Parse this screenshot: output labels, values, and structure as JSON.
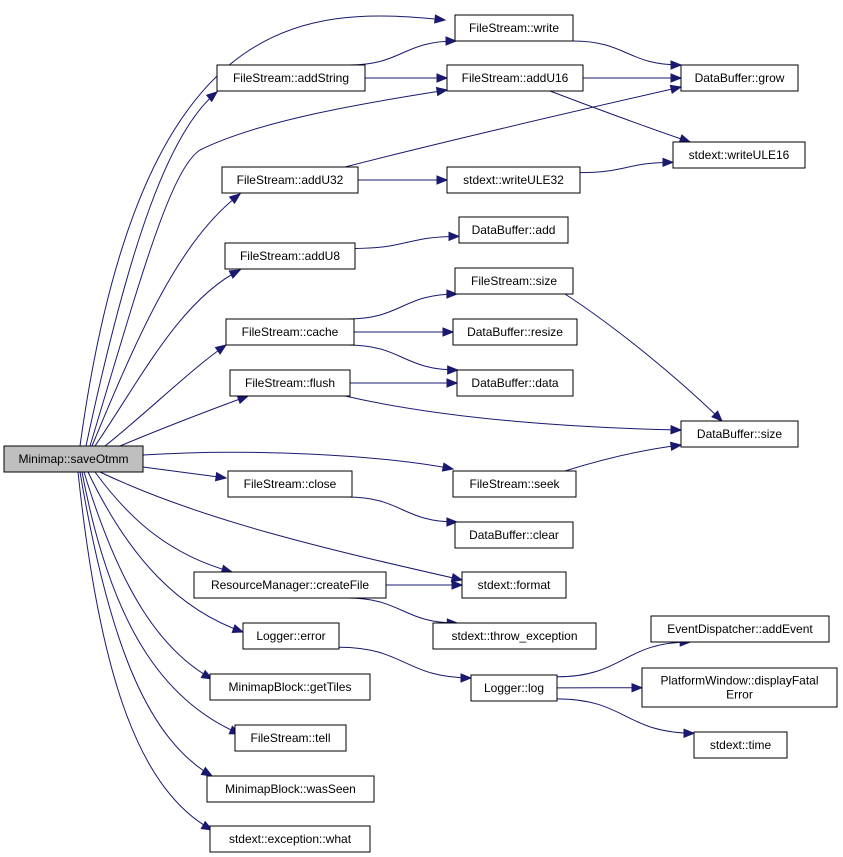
{
  "colors": {
    "edge": "#191970",
    "root_fill": "#bfbfbf",
    "node_fill": "#ffffff",
    "border": "#000000"
  },
  "nodes": [
    {
      "id": "saveOtmm",
      "label": "Minimap::saveOtmm"
    },
    {
      "id": "fsWrite",
      "label": "FileStream::write"
    },
    {
      "id": "fsAddString",
      "label": "FileStream::addString"
    },
    {
      "id": "fsAddU16",
      "label": "FileStream::addU16"
    },
    {
      "id": "dbGrow",
      "label": "DataBuffer::grow"
    },
    {
      "id": "writeULE16",
      "label": "stdext::writeULE16"
    },
    {
      "id": "fsAddU32",
      "label": "FileStream::addU32"
    },
    {
      "id": "writeULE32",
      "label": "stdext::writeULE32"
    },
    {
      "id": "fsAddU8",
      "label": "FileStream::addU8"
    },
    {
      "id": "dbAdd",
      "label": "DataBuffer::add"
    },
    {
      "id": "fsSize",
      "label": "FileStream::size"
    },
    {
      "id": "fsCache",
      "label": "FileStream::cache"
    },
    {
      "id": "dbResize",
      "label": "DataBuffer::resize"
    },
    {
      "id": "fsFlush",
      "label": "FileStream::flush"
    },
    {
      "id": "dbData",
      "label": "DataBuffer::data"
    },
    {
      "id": "dbSize",
      "label": "DataBuffer::size"
    },
    {
      "id": "fsClose",
      "label": "FileStream::close"
    },
    {
      "id": "fsSeek",
      "label": "FileStream::seek"
    },
    {
      "id": "dbClear",
      "label": "DataBuffer::clear"
    },
    {
      "id": "rmCreateFile",
      "label": "ResourceManager::createFile"
    },
    {
      "id": "stdFormat",
      "label": "stdext::format"
    },
    {
      "id": "throwException",
      "label": "stdext::throw_exception"
    },
    {
      "id": "edAddEvent",
      "label": "EventDispatcher::addEvent"
    },
    {
      "id": "loggerError",
      "label": "Logger::error"
    },
    {
      "id": "pwDisplayFatal",
      "label": "PlatformWindow::displayFatal\nError"
    },
    {
      "id": "loggerLog",
      "label": "Logger::log"
    },
    {
      "id": "mbGetTiles",
      "label": "MinimapBlock::getTiles"
    },
    {
      "id": "stdTime",
      "label": "stdext::time"
    },
    {
      "id": "fsTell",
      "label": "FileStream::tell"
    },
    {
      "id": "mbWasSeen",
      "label": "MinimapBlock::wasSeen"
    },
    {
      "id": "excWhat",
      "label": "stdext::exception::what"
    }
  ],
  "edges": [
    [
      "saveOtmm",
      "fsWrite"
    ],
    [
      "saveOtmm",
      "fsAddString"
    ],
    [
      "saveOtmm",
      "fsAddU16"
    ],
    [
      "saveOtmm",
      "fsAddU32"
    ],
    [
      "saveOtmm",
      "fsAddU8"
    ],
    [
      "saveOtmm",
      "fsCache"
    ],
    [
      "saveOtmm",
      "fsFlush"
    ],
    [
      "saveOtmm",
      "fsSeek"
    ],
    [
      "saveOtmm",
      "fsClose"
    ],
    [
      "saveOtmm",
      "stdFormat"
    ],
    [
      "saveOtmm",
      "rmCreateFile"
    ],
    [
      "saveOtmm",
      "loggerError"
    ],
    [
      "saveOtmm",
      "mbGetTiles"
    ],
    [
      "saveOtmm",
      "fsTell"
    ],
    [
      "saveOtmm",
      "mbWasSeen"
    ],
    [
      "saveOtmm",
      "excWhat"
    ],
    [
      "fsAddString",
      "fsWrite"
    ],
    [
      "fsAddString",
      "fsAddU16"
    ],
    [
      "fsWrite",
      "dbGrow"
    ],
    [
      "fsAddU16",
      "dbGrow"
    ],
    [
      "fsAddU16",
      "writeULE16"
    ],
    [
      "fsAddU32",
      "dbGrow"
    ],
    [
      "fsAddU32",
      "writeULE32"
    ],
    [
      "writeULE32",
      "writeULE16"
    ],
    [
      "fsAddU8",
      "dbAdd"
    ],
    [
      "fsCache",
      "fsSize"
    ],
    [
      "fsCache",
      "dbResize"
    ],
    [
      "fsCache",
      "dbData"
    ],
    [
      "fsSize",
      "dbSize"
    ],
    [
      "fsFlush",
      "dbData"
    ],
    [
      "fsFlush",
      "dbSize"
    ],
    [
      "fsSeek",
      "dbSize"
    ],
    [
      "fsClose",
      "dbClear"
    ],
    [
      "rmCreateFile",
      "stdFormat"
    ],
    [
      "rmCreateFile",
      "throwException"
    ],
    [
      "loggerError",
      "loggerLog"
    ],
    [
      "loggerLog",
      "edAddEvent"
    ],
    [
      "loggerLog",
      "pwDisplayFatal"
    ],
    [
      "loggerLog",
      "stdTime"
    ]
  ]
}
